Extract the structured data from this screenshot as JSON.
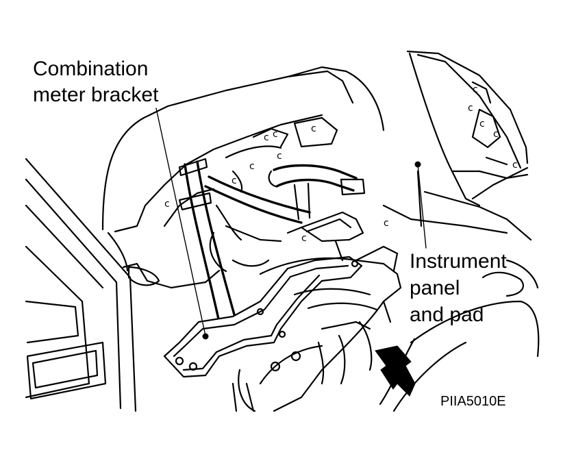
{
  "labels": {
    "combination_meter_bracket": [
      "Combination",
      "meter bracket"
    ],
    "instrument_panel_and_pad": [
      "Instrument",
      "panel",
      "and pad"
    ]
  },
  "figure_code": "PIIA5010E",
  "colors": {
    "ink": "#000000",
    "paper": "#ffffff"
  },
  "icons": {
    "direction_arrow": "down-right-arrow-icon"
  }
}
